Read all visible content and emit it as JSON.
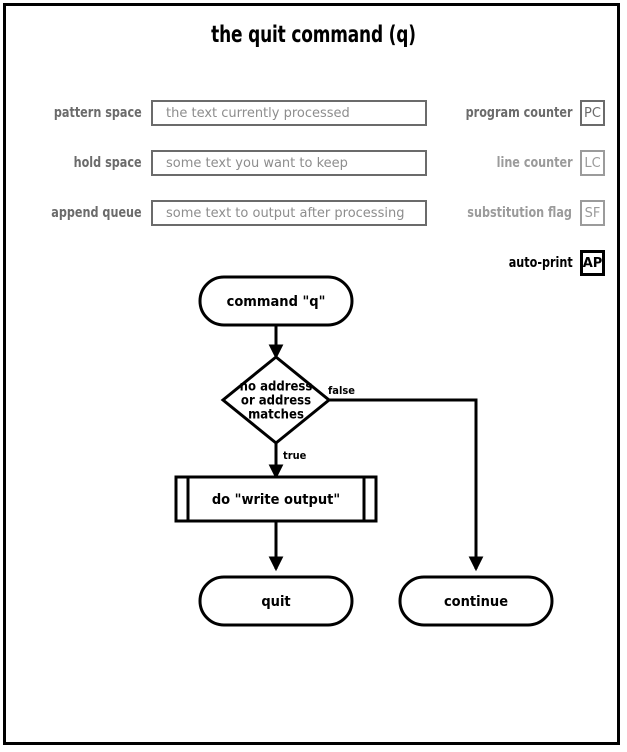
{
  "title": "the quit command (q)",
  "state_panel": {
    "fields": [
      {
        "label": "pattern space",
        "value": "the text currently processed"
      },
      {
        "label": "hold space",
        "value": "some text you want to keep"
      },
      {
        "label": "append queue",
        "value": "some text to output after processing"
      }
    ],
    "registers": [
      {
        "label": "program counter",
        "badge": "PC",
        "state": "dim"
      },
      {
        "label": "line counter",
        "badge": "LC",
        "state": "pale"
      },
      {
        "label": "substitution flag",
        "badge": "SF",
        "state": "pale"
      },
      {
        "label": "auto-print",
        "badge": "AP",
        "state": "active"
      }
    ]
  },
  "flowchart": {
    "nodes": {
      "start": {
        "label": "command \"q\""
      },
      "decision": {
        "line1": "no address",
        "line2": "or address",
        "line3": "matches"
      },
      "process": {
        "label": "do \"write output\""
      },
      "quit": {
        "label": "quit"
      },
      "continue": {
        "label": "continue"
      }
    },
    "edge_labels": {
      "true": "true",
      "false": "false"
    }
  },
  "colors": {
    "frame": "#000000",
    "label_gray": "#6b6b6b",
    "value_gray": "#8d8d8d",
    "pale_gray": "#9b9b9b",
    "active_black": "#000000"
  }
}
